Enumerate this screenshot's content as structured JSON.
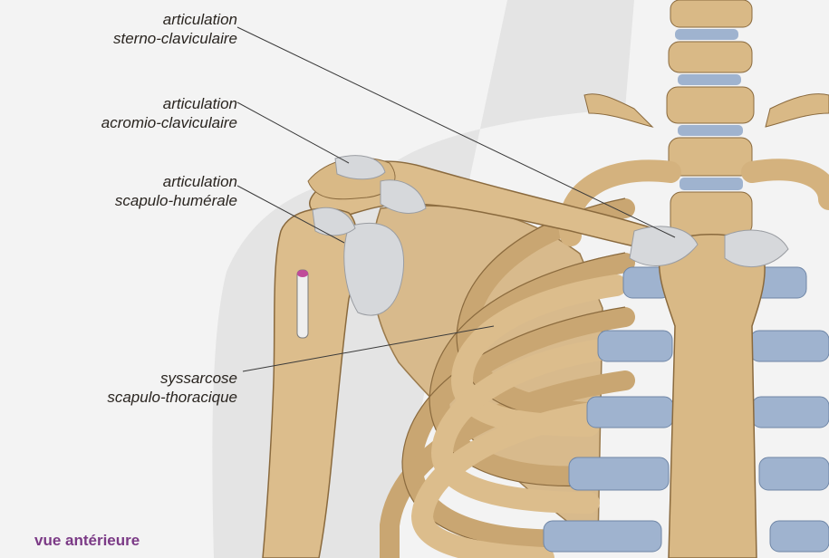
{
  "labels": {
    "sterno_clavicular": {
      "line1": "articulation",
      "line2": "sterno-claviculaire"
    },
    "acromio_clavicular": {
      "line1": "articulation",
      "line2": "acromio-claviculaire"
    },
    "scapulo_humeral": {
      "line1": "articulation",
      "line2": "scapulo-humérale"
    },
    "scapulo_thoracic": {
      "line1": "syssarcose",
      "line2": "scapulo-thoracique"
    }
  },
  "caption": "vue antérieure",
  "colors": {
    "bone": "#d9b986",
    "bone_outline": "#8a6a3e",
    "cartilage": "#9fb3cf",
    "ligament": "#d7d9dc",
    "skin_silhouette": "#e6e6e6",
    "background": "#f1f1f1",
    "caption": "#7b3a86",
    "leader_line": "#3a3a3a"
  }
}
